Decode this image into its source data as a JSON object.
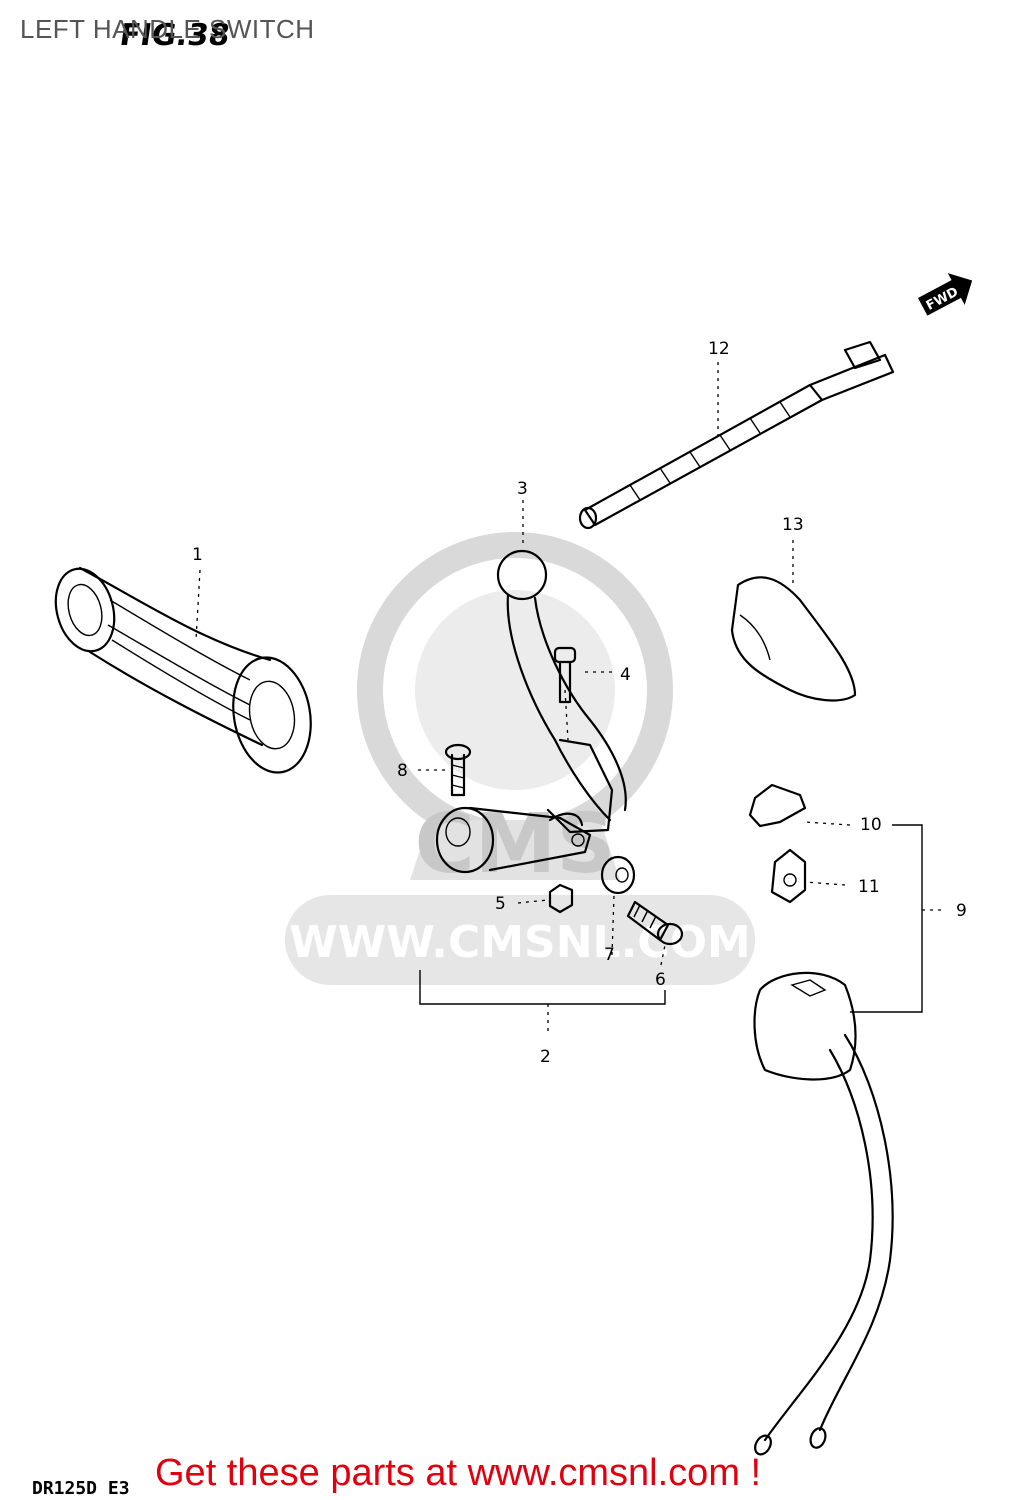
{
  "header": {
    "title": "LEFT HANDLE SWITCH",
    "figure": "FIG.38"
  },
  "footer": {
    "model": "DR125D E3",
    "cta": "Get these parts at www.cmsnl.com !"
  },
  "watermark": {
    "text": "WWW.CMSNL.COM",
    "logo": "CMS"
  },
  "fwd_arrow": {
    "label": "FWD"
  },
  "callouts": [
    "1",
    "2",
    "3",
    "4",
    "5",
    "6",
    "7",
    "8",
    "9",
    "10",
    "11",
    "12",
    "13"
  ],
  "colors": {
    "cta": "#e0000f",
    "watermark": "#d9d9d9",
    "ink": "#000000"
  },
  "icons": [
    "fwd-arrow-icon",
    "cms-logo-watermark"
  ]
}
